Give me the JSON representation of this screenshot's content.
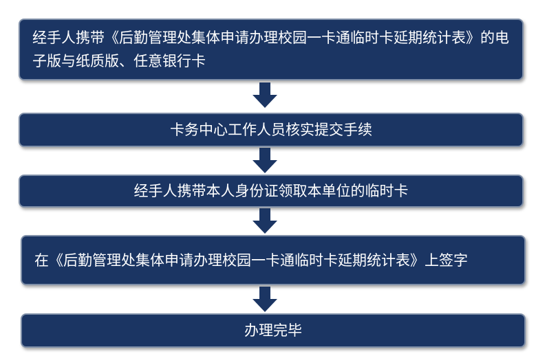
{
  "flow": {
    "steps": [
      {
        "text": "经手人携带《后勤管理处集体申请办理校园一卡通临时卡延期统计表》的电子版与纸质版、任意银行卡"
      },
      {
        "text": "卡务中心工作人员核实提交手续"
      },
      {
        "text": "经手人携带本人身份证领取本单位的临时卡"
      },
      {
        "text": "在《后勤管理处集体申请办理校园一卡通临时卡延期统计表》上签字"
      },
      {
        "text": "办理完毕"
      }
    ],
    "box_color": "#1b3563",
    "arrow_color": "#1b3563"
  }
}
